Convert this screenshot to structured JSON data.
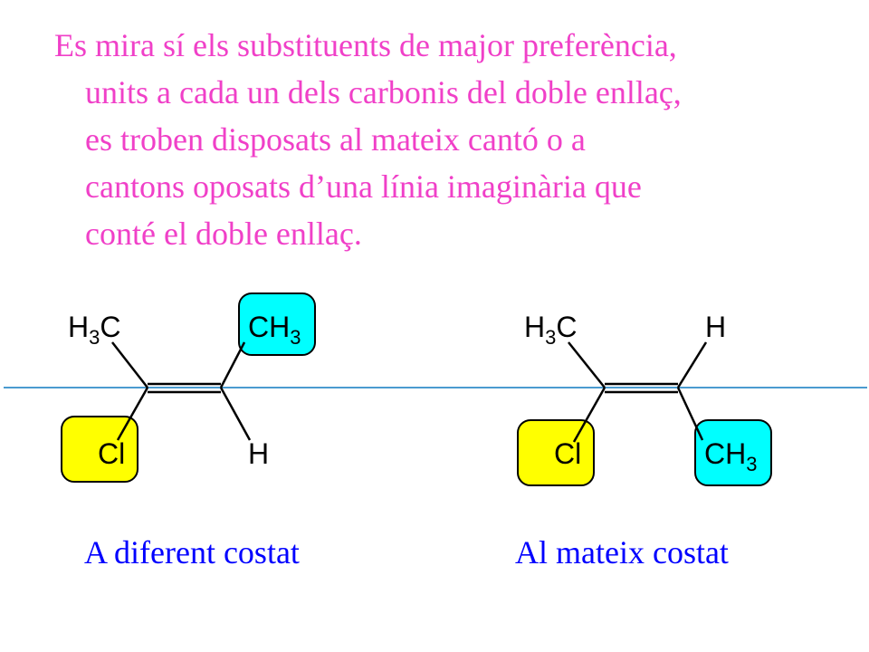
{
  "paragraph": {
    "lines": [
      "Es mira sí els substituents de major preferència,",
      "units a cada un dels carbonis del doble enllaç,",
      "es troben disposats al mateix cantó o a",
      "cantons oposats d’una línia imaginària que",
      "conté el doble enllaç."
    ],
    "color": "#f040c8"
  },
  "molecule_left": {
    "top_left": {
      "main": "H",
      "sub": "3",
      "tail": "C"
    },
    "top_right": {
      "main": "CH",
      "sub": "3"
    },
    "bottom_left": "Cl",
    "bottom_right": "H",
    "caption": "A diferent costat"
  },
  "molecule_right": {
    "top_left": {
      "main": "H",
      "sub": "3",
      "tail": "C"
    },
    "top_right": "H",
    "bottom_left": "Cl",
    "bottom_right": {
      "main": "CH",
      "sub": "3"
    },
    "caption": "Al mateix costat"
  },
  "colors": {
    "caption": "#0000ff",
    "reference_line": "#4a9bd0",
    "priority_highlight_cl": "#ffff00",
    "priority_highlight_ch3": "#00ffff"
  }
}
